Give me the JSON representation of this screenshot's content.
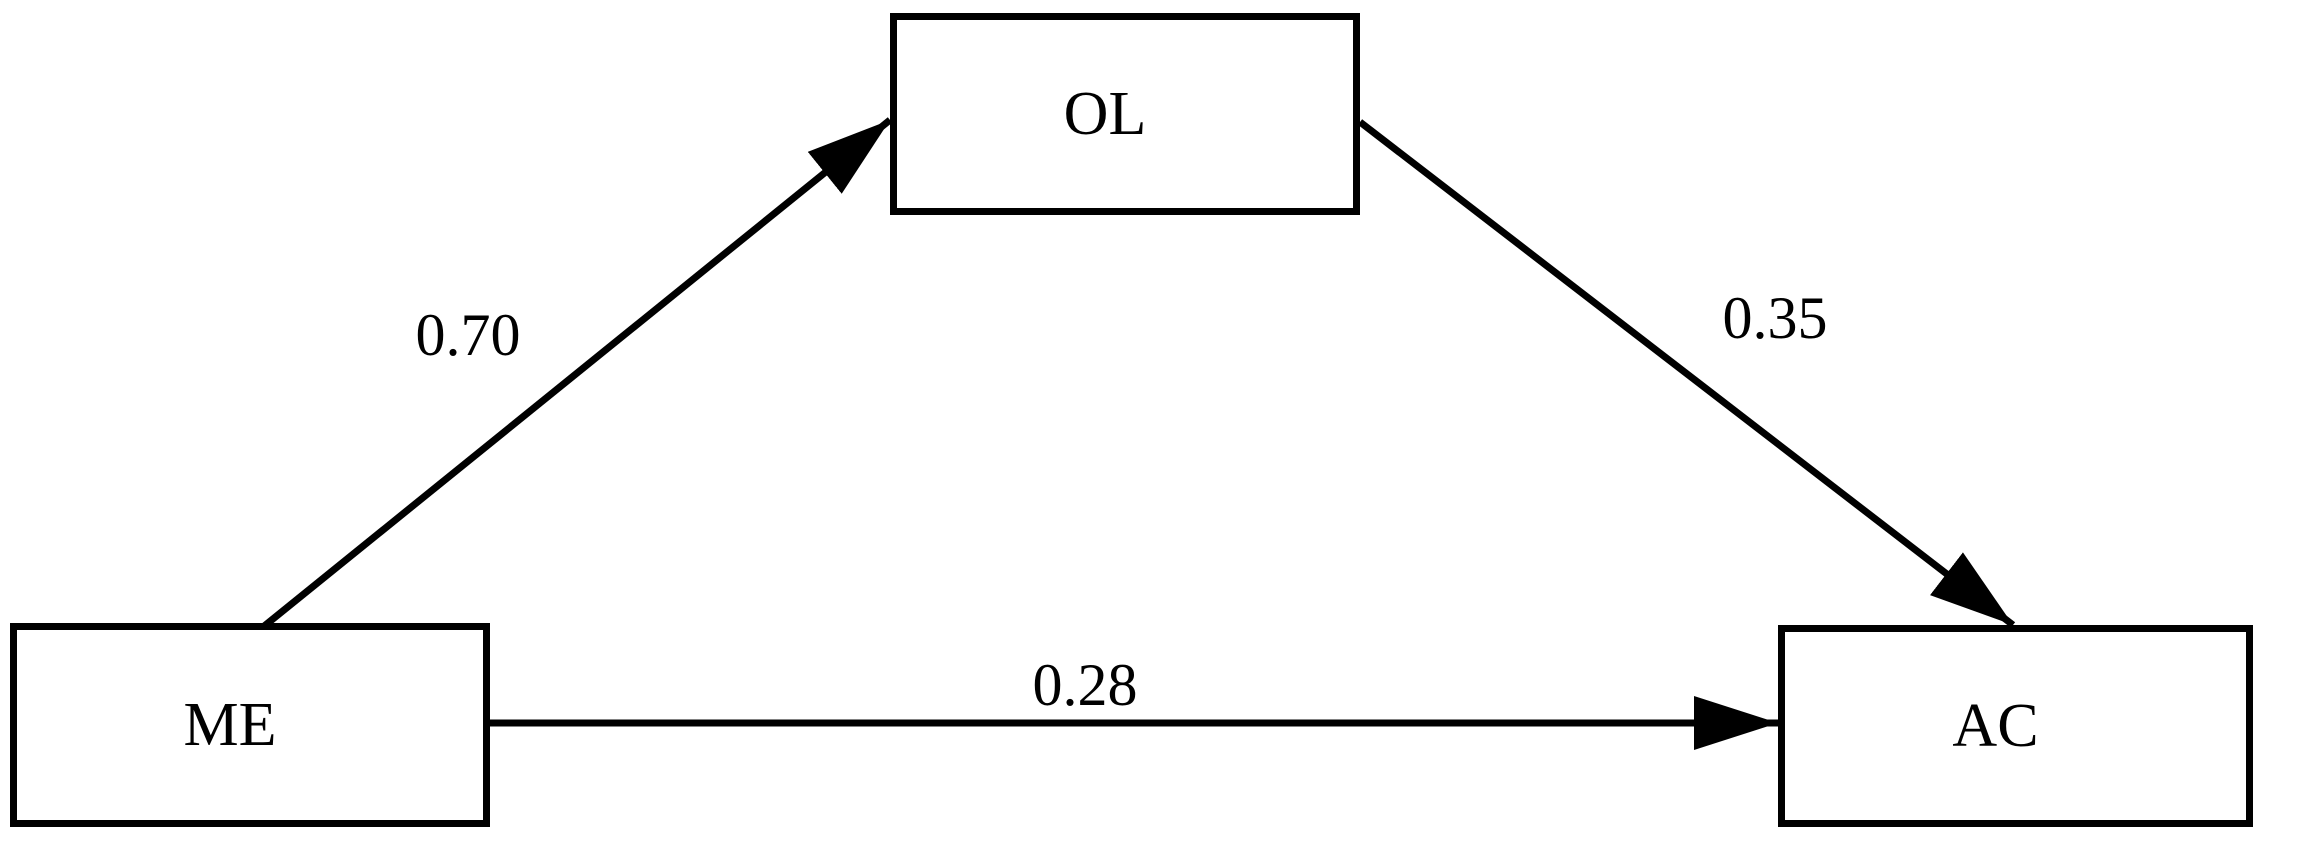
{
  "diagram": {
    "type": "mediation-path-diagram",
    "background_color": "#ffffff",
    "line_color": "#000000",
    "nodes": [
      {
        "id": "OL",
        "label": "OL"
      },
      {
        "id": "ME",
        "label": "ME"
      },
      {
        "id": "AC",
        "label": "AC"
      }
    ],
    "edges": [
      {
        "from": "ME",
        "to": "OL",
        "label": "0.70"
      },
      {
        "from": "OL",
        "to": "AC",
        "label": "0.35"
      },
      {
        "from": "ME",
        "to": "AC",
        "label": "0.28"
      }
    ]
  }
}
